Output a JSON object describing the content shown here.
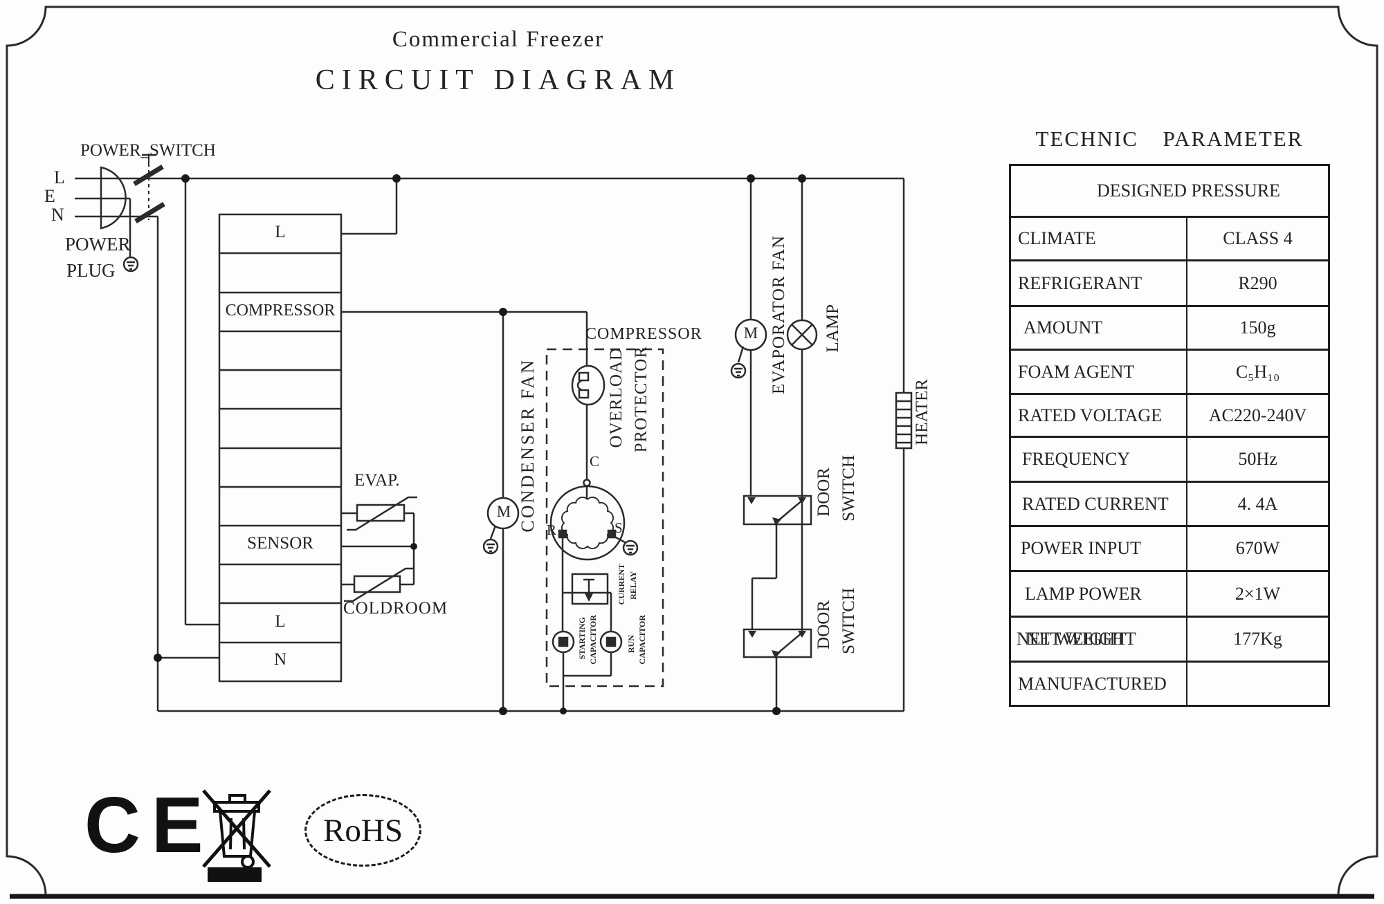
{
  "titles": {
    "subtitle": "Commercial Freezer",
    "main": "CIRCUIT DIAGRAM"
  },
  "power": {
    "switch_label": "POWER_SWITCH",
    "pin_l": "L",
    "pin_e": "E",
    "pin_n": "N",
    "plug_word1": "POWER",
    "plug_word2": "PLUG"
  },
  "terminal_block": {
    "rows": [
      "L",
      "",
      "COMPRESSOR",
      "",
      "",
      "",
      "",
      "",
      "SENSOR",
      "",
      "L",
      "N"
    ]
  },
  "thermistors": {
    "evaporator": "EVAP.",
    "coldroom": "COLDROOM"
  },
  "compressor": {
    "section_label": "COMPRESSOR",
    "overload_word1": "OVERLOAD",
    "overload_word2": "PROTECTOR",
    "terminal_c": "C",
    "terminal_r": "R",
    "terminal_s": "S",
    "relay_word1": "CURRENT",
    "relay_word2": "RELAY",
    "start_cap_word1": "STARTING",
    "start_cap_word2": "CAPACITOR",
    "run_cap_word1": "RUN",
    "run_cap_word2": "CAPACITOR"
  },
  "condenser_fan": {
    "label": "CONDENSER FAN",
    "motor_letter": "M"
  },
  "evaporator_fan": {
    "label": "EVAPORATOR FAN",
    "motor_letter": "M"
  },
  "lamp": {
    "label": "LAMP"
  },
  "door_switch_1": {
    "word1": "DOOR",
    "word2": "SWITCH"
  },
  "door_switch_2": {
    "word1": "DOOR",
    "word2": "SWITCH"
  },
  "heater": {
    "label": "HEATER"
  },
  "tech_table": {
    "title": "TECHNIC PARAMETER",
    "span_row": "DESIGNED PRESSURE",
    "rows": [
      {
        "label": "CLIMATE",
        "value": "CLASS 4"
      },
      {
        "label": "REFRIGERANT",
        "value": "R290"
      },
      {
        "label": "AMOUNT",
        "value": "150g"
      },
      {
        "label": "FOAM AGENT",
        "value": "C₅H₁₀"
      },
      {
        "label": "RATED VOLTAGE",
        "value": "AC220-240V"
      },
      {
        "label": "FREQUENCY",
        "value": "50Hz"
      },
      {
        "label": "RATED CURRENT",
        "value": "4. 4A"
      },
      {
        "label": "POWER INPUT",
        "value": "670W"
      },
      {
        "label": "LAMP POWER",
        "value": "2×1W"
      },
      {
        "label": "NET WEIGHT",
        "value": "177Kg"
      },
      {
        "label": "MANUFACTURED",
        "value": ""
      }
    ]
  },
  "marks": {
    "ce": "CE",
    "rohs": "RoHS"
  }
}
